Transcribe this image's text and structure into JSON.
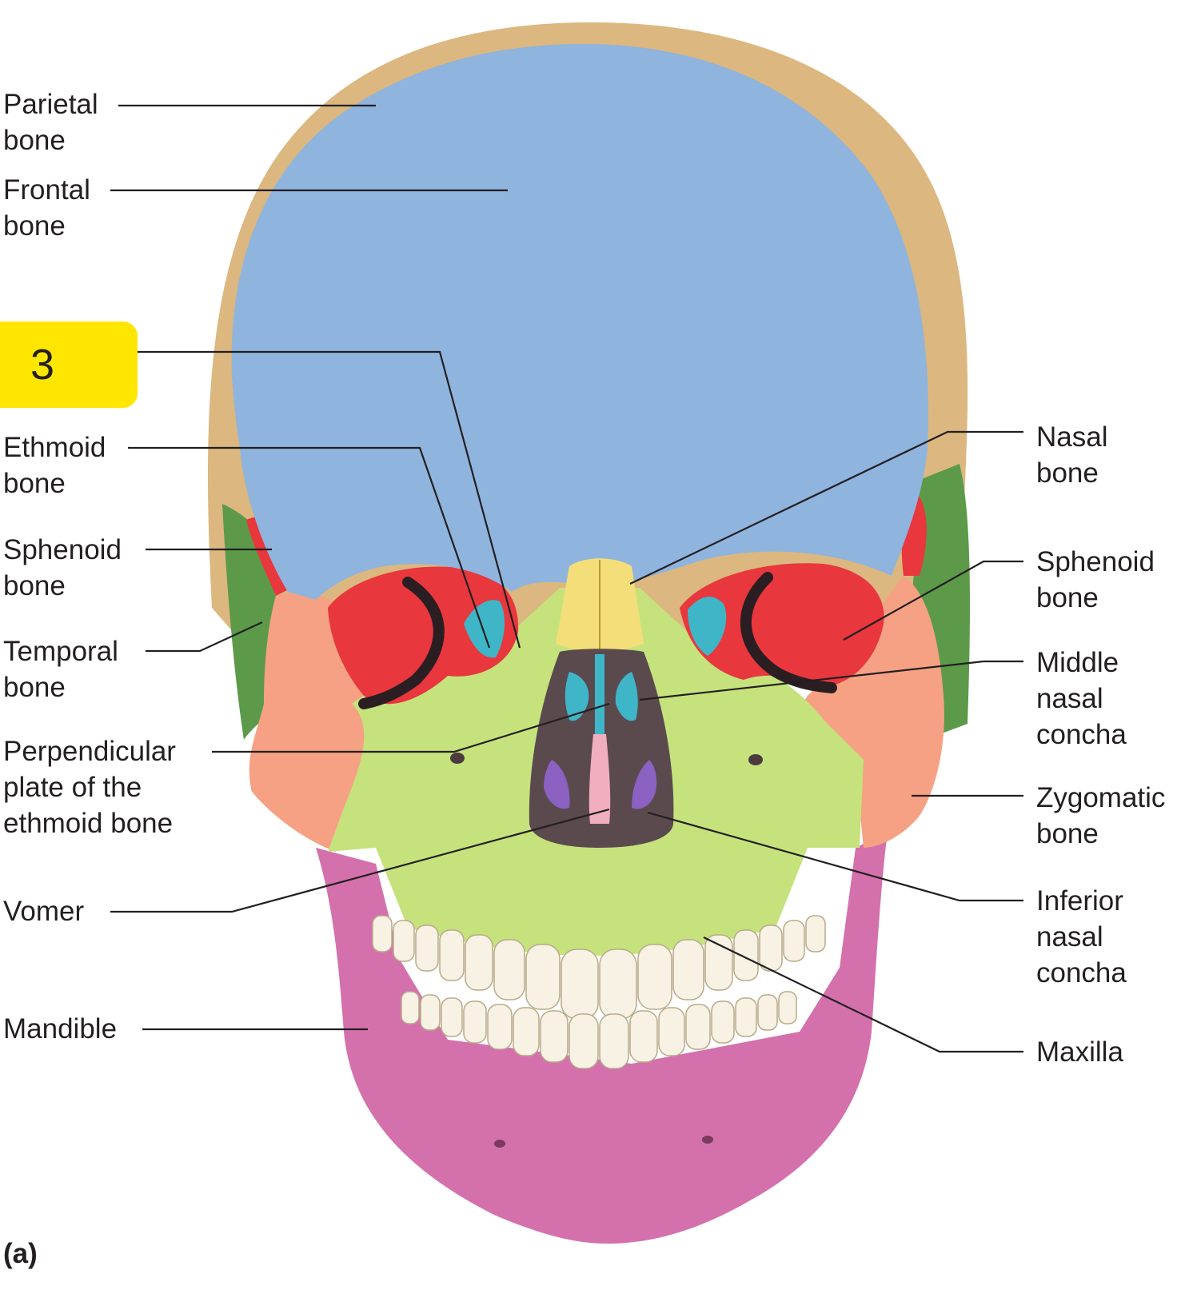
{
  "figure": {
    "panel_label": "(a)",
    "badge_number": "3"
  },
  "labels": {
    "parietal": "Parietal\nbone",
    "frontal": "Frontal\nbone",
    "ethmoid": "Ethmoid\nbone",
    "sphenoid_left": "Sphenoid\nbone",
    "temporal": "Temporal\nbone",
    "perpendicular": "Perpendicular\nplate of the\nethmoid bone",
    "vomer": "Vomer",
    "mandible": "Mandible",
    "nasal": "Nasal\nbone",
    "sphenoid_right": "Sphenoid\nbone",
    "middle_concha": "Middle\nnasal\nconcha",
    "zygomatic": "Zygomatic\nbone",
    "inferior_concha": "Inferior\nnasal\nconcha",
    "maxilla": "Maxilla"
  },
  "colors": {
    "frontal": "#8fb4de",
    "parietal": "#dcb77f",
    "sphenoid": "#e8373d",
    "temporal": "#5c9a4a",
    "zygomatic": "#f6a183",
    "maxilla": "#c6e27c",
    "nasal": "#f4de79",
    "ethmoid": "#3fb6c8",
    "mandible": "#d471ac",
    "vomer": "#f1aebf",
    "inferior_concha": "#8b61c1",
    "cavity": "#5a4a4e",
    "teeth": "#f7f2e3",
    "badge": "#ffe600"
  }
}
